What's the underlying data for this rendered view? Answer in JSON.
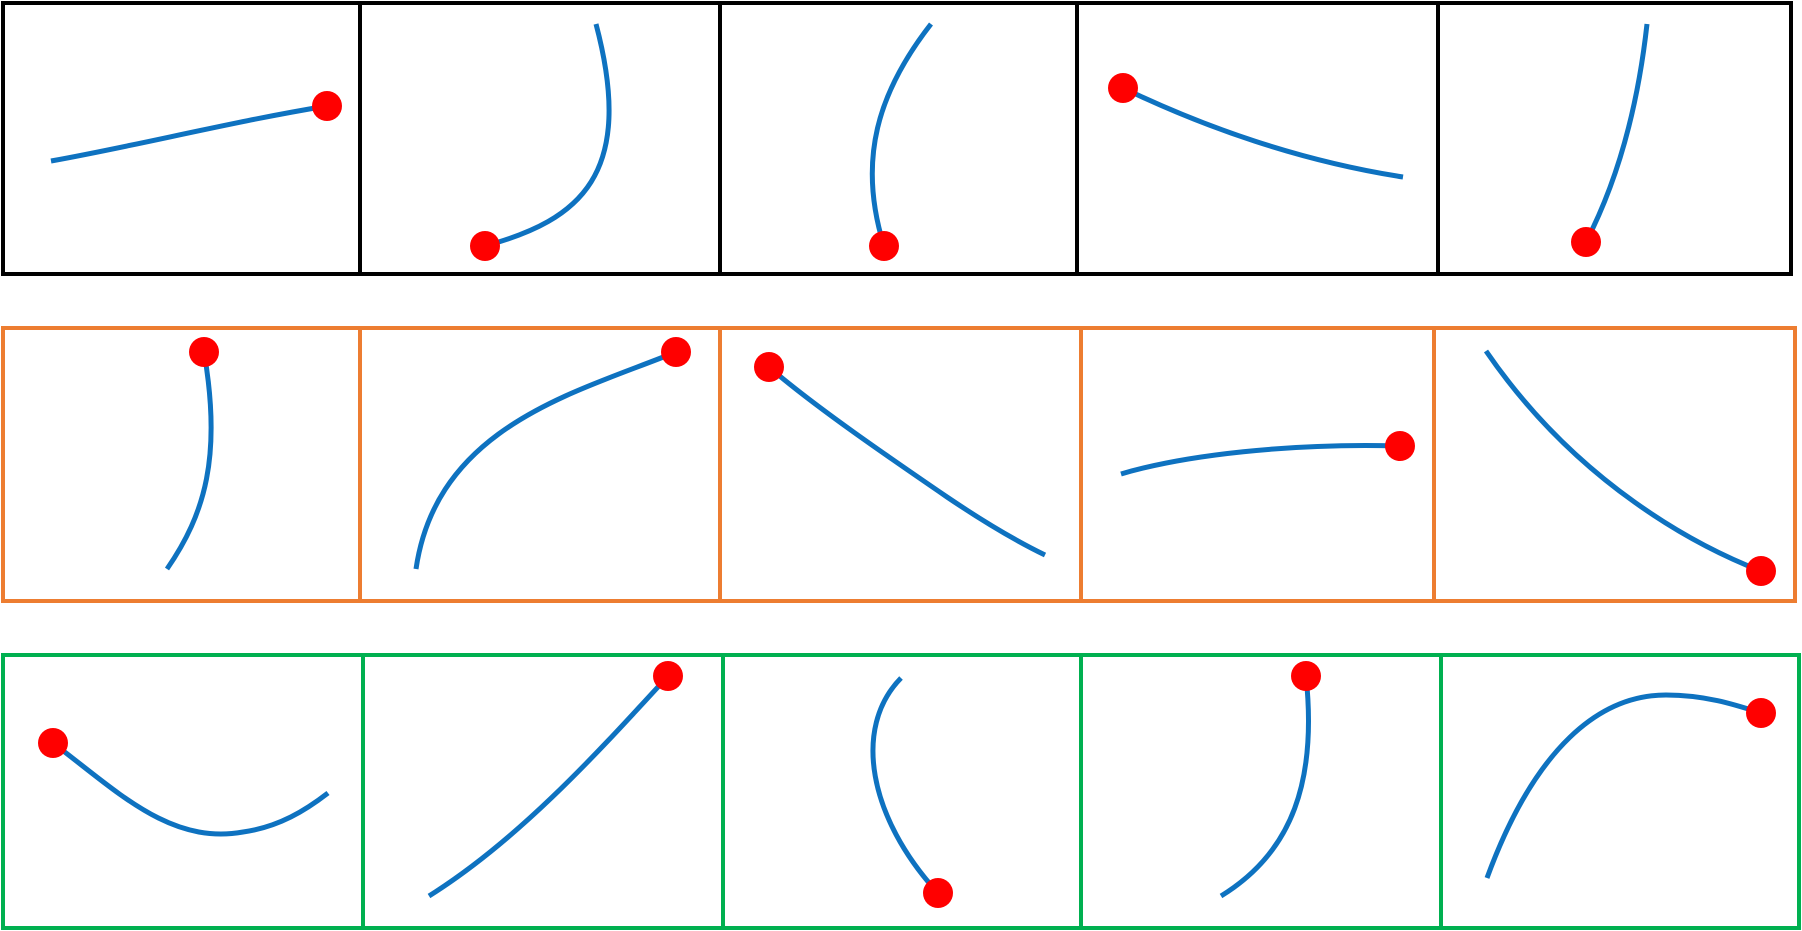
{
  "colors": {
    "stroke_curve": "#0e72c0",
    "dot": "#ff0000",
    "row_borders": [
      "#000000",
      "#ed7d31",
      "#00b050"
    ]
  },
  "rows": [
    {
      "name": "row-black",
      "cells": [
        {
          "curve": "straight-rising-line",
          "dot_end": "end"
        },
        {
          "curve": "hook-curve",
          "dot_end": "end"
        },
        {
          "curve": "arc-curve",
          "dot_end": "end"
        },
        {
          "curve": "descending-concave-curve",
          "dot_end": "start"
        },
        {
          "curve": "steep-rising-curve",
          "dot_end": "start"
        }
      ]
    },
    {
      "name": "row-orange",
      "cells": [
        {
          "curve": "bowed-upward-curve",
          "dot_end": "end"
        },
        {
          "curve": "rising-concave-curve",
          "dot_end": "end"
        },
        {
          "curve": "descending-diagonal",
          "dot_end": "start"
        },
        {
          "curve": "flattening-curve",
          "dot_end": "end"
        },
        {
          "curve": "descending-convex-curve",
          "dot_end": "end"
        }
      ]
    },
    {
      "name": "row-green",
      "cells": [
        {
          "curve": "u-shaped-curve",
          "dot_end": "start"
        },
        {
          "curve": "rising-diagonal",
          "dot_end": "end"
        },
        {
          "curve": "s-shaped-curve",
          "dot_end": "end"
        },
        {
          "curve": "rising-hook",
          "dot_end": "end"
        },
        {
          "curve": "rising-peak-curve",
          "dot_end": "end"
        }
      ]
    }
  ]
}
